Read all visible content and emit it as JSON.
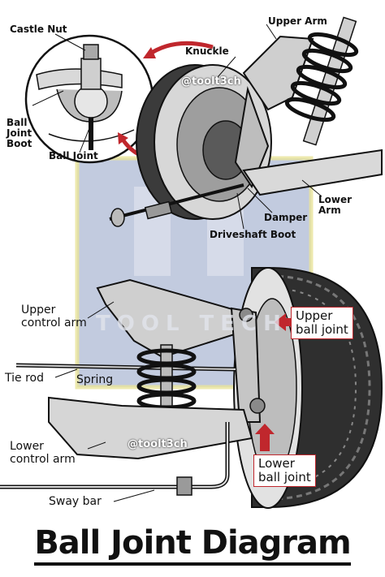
{
  "labels": {
    "castle_nut": "Castle Nut",
    "upper_arm": "Upper Arm",
    "knuckle": "Knuckle",
    "ball_joint_boot": "Ball\nJoint\nBoot",
    "ball_joint": "Ball Joint",
    "lower_arm": "Lower\nArm",
    "damper": "Damper",
    "driveshaft_boot": "Driveshaft Boot",
    "upper_control_arm": "Upper\ncontrol arm",
    "upper_ball_joint": "Upper\nball joint",
    "tie_rod": "Tie rod",
    "spring": "Spring",
    "lower_control_arm": "Lower\ncontrol arm",
    "lower_ball_joint": "Lower\nball joint",
    "sway_bar": "Sway bar"
  },
  "watermarks": {
    "top": "@toolt3ch",
    "bottom": "@toolt3ch",
    "brand": "TOOL TECH"
  },
  "title": "Ball Joint Diagram",
  "colors": {
    "accent_red": "#c0272d",
    "watermark_blue": "#4a5a80",
    "watermark_yellow": "#e9e39a"
  },
  "icons": [
    "arrow-icon",
    "arrow-icon",
    "up-arrow-icon",
    "left-arrow-icon"
  ]
}
